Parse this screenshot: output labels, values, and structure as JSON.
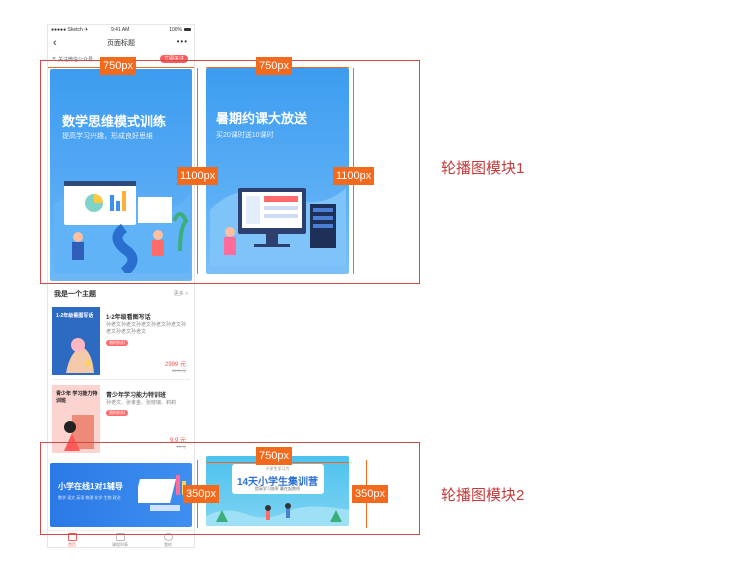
{
  "status_bar": {
    "carrier": "●●●●● Sketch ✈",
    "time": "9:41 AM",
    "battery": "100%"
  },
  "nav": {
    "title": "页面标题",
    "more": "•••",
    "back": "‹"
  },
  "follow_bar": {
    "text": "关注微信公众号",
    "button": "立即关注"
  },
  "banners": [
    {
      "title": "数学思维模式训练",
      "subtitle": "提高学习兴趣，形成良好思维"
    },
    {
      "title": "暑期约课大放送",
      "subtitle": "买20课时送10课时"
    }
  ],
  "section": {
    "title": "我是一个主题",
    "more": "更多 >"
  },
  "courses": [
    {
      "cover_text": "1-2年级看图写话",
      "title": "1-2年级看图写话",
      "desc": "孙老文孙老文孙老文孙老文孙老文孙老文孙老文孙老文",
      "tag": "限时折扣",
      "price": "2999 元",
      "old_price": "5999 元"
    },
    {
      "cover_text": "青少年 学习能力特训班",
      "title": "青少年学习能力特训班",
      "desc": "孙老文、张孝金、张晓瑞、莉莉",
      "tag": "限时折扣",
      "price": "9.9 元",
      "old_price": "99 元"
    }
  ],
  "banner3": {
    "title": "小学在线1对1辅导",
    "subtitle": "数学 语文 英语 物理 化学 生物 政治"
  },
  "banner4": {
    "title": "14天小学生集训营",
    "top": "小学生学习力",
    "sub": "提高学习效率 赢在起跑线"
  },
  "tabs": [
    {
      "label": "首页"
    },
    {
      "label": "课程列表"
    },
    {
      "label": "我的"
    }
  ],
  "annotations": {
    "w750": "750px",
    "h1100": "1100px",
    "h350": "350px",
    "module1": "轮播图模块1",
    "module2": "轮播图模块2"
  },
  "colors": {
    "accent": "#f36a1d",
    "frame": "#d14a4a",
    "brand_blue": "#3d9cf0",
    "price": "#ff4d4d"
  }
}
